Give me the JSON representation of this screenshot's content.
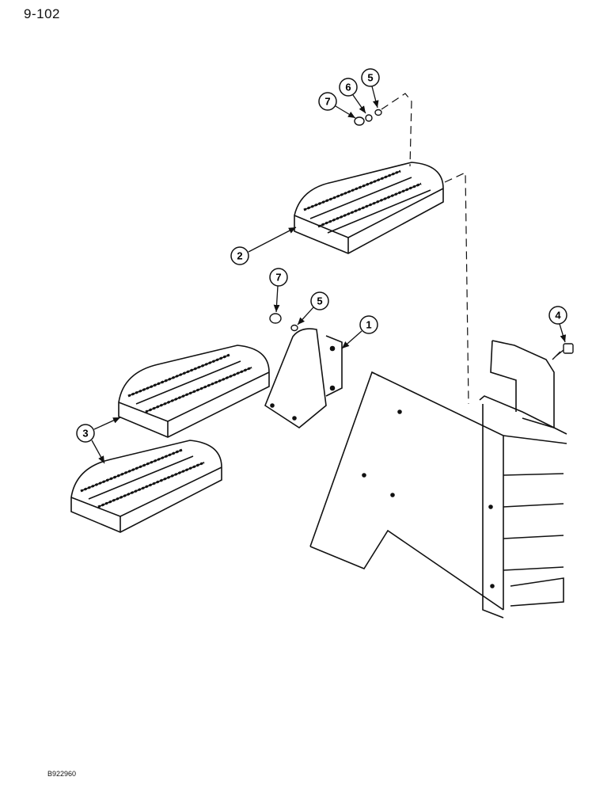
{
  "page_number": "9-102",
  "figure_code": "B922960",
  "callouts": {
    "c1": "1",
    "c2": "2",
    "c3": "3",
    "c4": "4",
    "c5_upper": "5",
    "c5_lower": "5",
    "c6": "6",
    "c7_upper": "7",
    "c7_lower": "7"
  }
}
